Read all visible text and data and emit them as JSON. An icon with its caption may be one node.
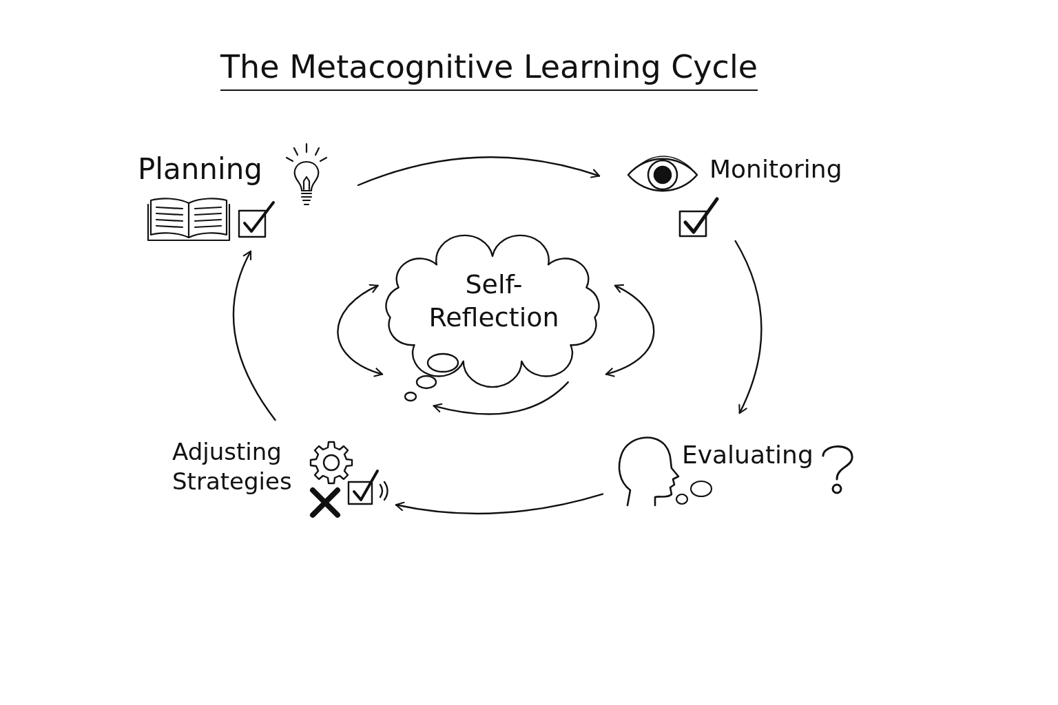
{
  "diagram": {
    "title": "The Metacognitive Learning Cycle",
    "nodes": [
      {
        "text": [
          "Planning"
        ]
      },
      {
        "text": [
          "Monitoring"
        ]
      },
      {
        "text": [
          "Evaluating"
        ]
      },
      {
        "text": [
          "Adjusting Strategies"
        ]
      },
      {
        "text": [
          "Self-Reflection"
        ]
      }
    ],
    "edges": [
      {
        "from": 0,
        "to": 1,
        "arrow": "to"
      },
      {
        "from": 1,
        "to": 2,
        "arrow": "to"
      },
      {
        "from": 2,
        "to": 3,
        "arrow": "to"
      },
      {
        "from": 3,
        "to": 0,
        "arrow": "to"
      },
      {
        "from": 4,
        "to": 4,
        "arrow": "both"
      },
      {
        "from": 4,
        "to": 4,
        "arrow": "both"
      },
      {
        "from": 4,
        "to": 4,
        "arrow": "to"
      }
    ]
  }
}
